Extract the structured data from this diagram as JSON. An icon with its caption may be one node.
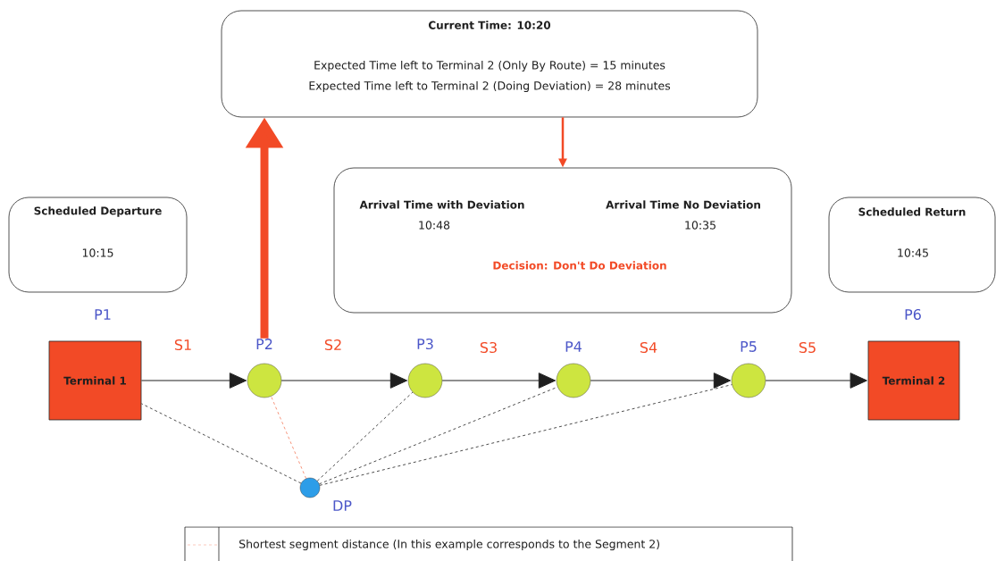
{
  "diagram": {
    "nodes": [
      {
        "text": [
          "Current Time: 10:20",
          "Expected Time left to Terminal 2 (Only By Route) = 15 minutes",
          "Expected Time left to Terminal 2 (Doing Deviation) = 28 minutes"
        ]
      },
      {
        "text": [
          "Arrival Time with Deviation",
          "10:48",
          "Arrival Time No Deviation",
          "10:35",
          "Decision: Don't Do Deviation"
        ]
      },
      {
        "text": [
          "Scheduled Departure",
          "10:15"
        ],
        "beside": [
          "P1"
        ]
      },
      {
        "text": [
          "Scheduled Return",
          "10:45"
        ],
        "beside": [
          "P6"
        ]
      },
      {
        "text": [
          "Terminal 1"
        ]
      },
      {
        "text": [],
        "shape": "circle",
        "beside": [
          "P2"
        ]
      },
      {
        "text": [],
        "shape": "circle",
        "beside": [
          "P3"
        ]
      },
      {
        "text": [],
        "shape": "circle",
        "beside": [
          "P4"
        ]
      },
      {
        "text": [],
        "shape": "circle",
        "beside": [
          "P5"
        ]
      },
      {
        "text": [
          "Terminal 2"
        ]
      },
      {
        "text": [],
        "shape": "circle",
        "beside": [
          "DP"
        ]
      }
    ],
    "edges": [
      {
        "from": 4,
        "to": 5,
        "arrow": "to",
        "label": "S1"
      },
      {
        "from": 5,
        "to": 6,
        "arrow": "to",
        "label": "S2"
      },
      {
        "from": 6,
        "to": 7,
        "arrow": "to",
        "label": "S3"
      },
      {
        "from": 7,
        "to": 8,
        "arrow": "to",
        "label": "S4"
      },
      {
        "from": 8,
        "to": 9,
        "arrow": "to",
        "label": "S5"
      },
      {
        "from": 5,
        "to": 0,
        "arrow": "to",
        "style": "thick",
        "color": "#f24a26"
      },
      {
        "from": 0,
        "to": 1,
        "arrow": "to",
        "color": "#f24a26"
      },
      {
        "from": 10,
        "to": 4,
        "arrow": "none",
        "style": "dashed"
      },
      {
        "from": 10,
        "to": 5,
        "arrow": "none",
        "style": "dashed",
        "color": "#f47a5a"
      },
      {
        "from": 10,
        "to": 6,
        "arrow": "none",
        "style": "dashed"
      },
      {
        "from": 10,
        "to": 7,
        "arrow": "none",
        "style": "dashed"
      },
      {
        "from": 10,
        "to": 8,
        "arrow": "none",
        "style": "dashed"
      }
    ],
    "legend": [
      {
        "text": "Shortest segment distance (In this example corresponds to the Segment 2)"
      }
    ]
  }
}
